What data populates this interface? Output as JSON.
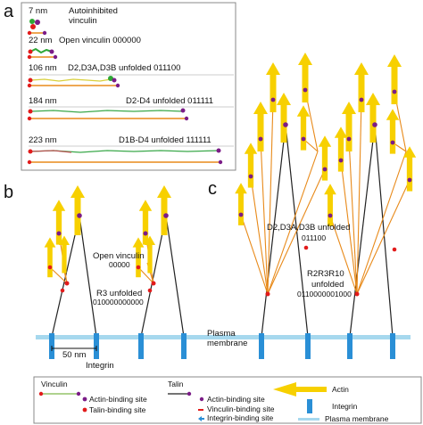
{
  "panels": {
    "a": "a",
    "b": "b",
    "c": "c"
  },
  "panel_a": {
    "rows": [
      {
        "size": "7 nm",
        "label": "Autoinhibited\nvinculin"
      },
      {
        "size": "22 nm",
        "label": "Open vinculin 000000"
      },
      {
        "size": "106 nm",
        "label": "D2,D3A,D3B unfolded 011100"
      },
      {
        "size": "184 nm",
        "label": "D2-D4 unfolded  011111"
      },
      {
        "size": "223 nm",
        "label": "D1B-D4 unfolded 111111"
      }
    ]
  },
  "panel_b": {
    "open_vinculin": "Open vinculin",
    "open_code": "00000",
    "r3_unfolded": "R3 unfolded",
    "r3_code": "010000000000",
    "scale": "50 nm",
    "integrin": "Integrin"
  },
  "panel_c": {
    "d2_label": "D2,D3A,D3B unfolded",
    "d2_code": "011100",
    "r2_label": "R2R3R10",
    "r2_unfolded": "unfolded",
    "r2_code": "0110000001000"
  },
  "plasma_membrane": "Plasma\nmembrane",
  "legend": {
    "vinculin_title": "Vinculin",
    "talin_title": "Talin",
    "actin_binding": "Actin-binding site",
    "talin_binding": "Talin-binding site",
    "vinculin_binding": "Vinculin-binding site",
    "integrin_binding": "Integrin-binding site",
    "actin": "Actin",
    "integrin": "Integrin",
    "plasma_membrane": "Plasma membrane"
  },
  "colors": {
    "actin": "#f7d000",
    "talin": "#e88a1a",
    "membrane": "#a6d8ee",
    "integrin": "#2a8fd6",
    "vinculin_red": "#e21b1b",
    "purple": "#7b1c87",
    "green": "#2ea836"
  }
}
